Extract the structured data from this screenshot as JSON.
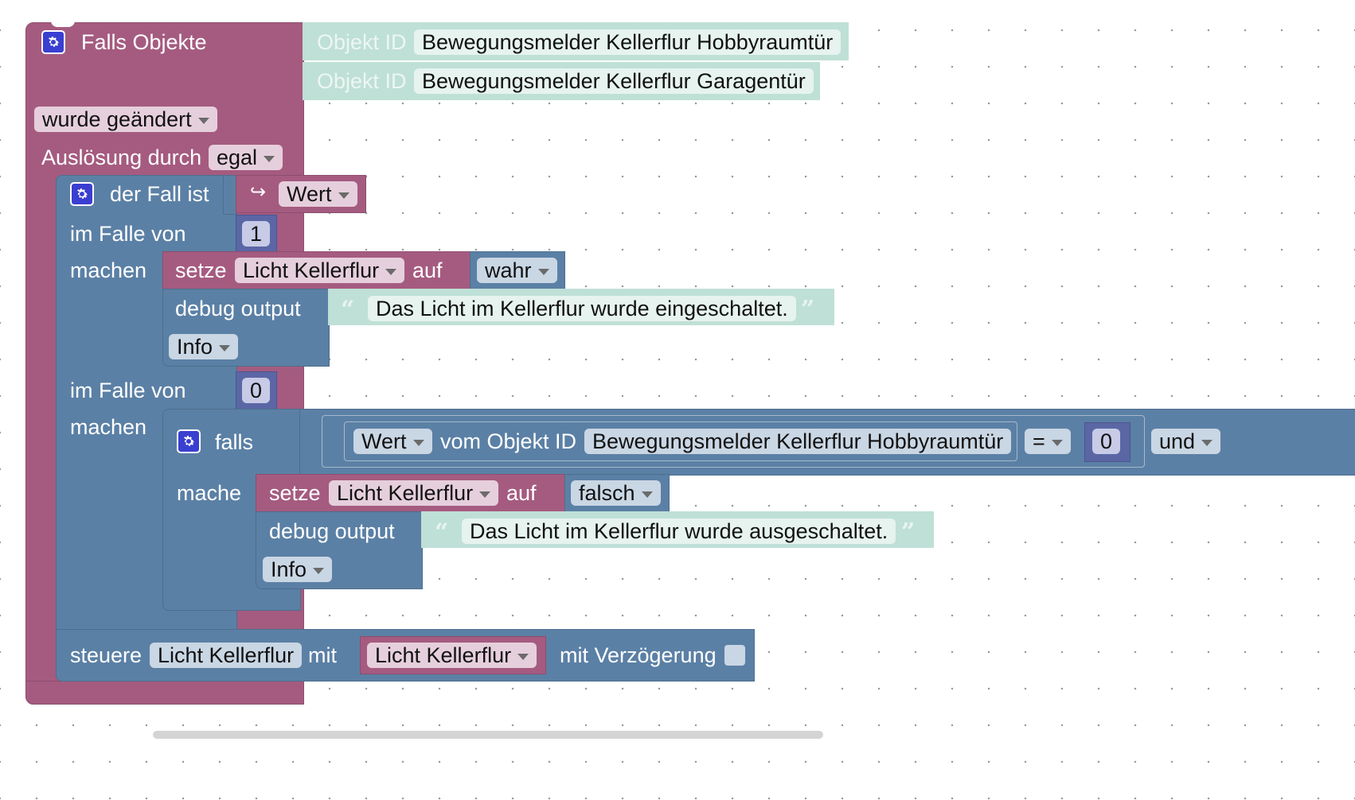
{
  "trigger": {
    "title": "Falls Objekte",
    "object_id_label": "Objekt ID",
    "objects": [
      "Bewegungsmelder Kellerflur Hobbyraumtür",
      "Bewegungsmelder Kellerflur Garagentür"
    ],
    "condition": "wurde geändert",
    "trigger_by_label": "Auslösung durch",
    "trigger_by_value": "egal"
  },
  "switch": {
    "title": "der Fall ist",
    "value_dropdown": "Wert",
    "case_label": "im Falle von",
    "do_label": "machen",
    "case1_value": "1",
    "case0_value": "0"
  },
  "case1": {
    "set_label": "setze",
    "set_var": "Licht Kellerflur",
    "to_label": "auf",
    "to_value": "wahr",
    "debug_label": "debug output",
    "debug_text": "Das Licht im Kellerflur wurde eingeschaltet.",
    "debug_level": "Info"
  },
  "case0": {
    "if_label": "falls",
    "do_label": "mache",
    "cond_value_dropdown": "Wert",
    "cond_from_label": "vom Objekt ID",
    "cond_object": "Bewegungsmelder Kellerflur Hobbyraumtür",
    "cond_op": "=",
    "cond_number": "0",
    "logic_op": "und",
    "set_label": "setze",
    "set_var": "Licht Kellerflur",
    "to_label": "auf",
    "to_value": "falsch",
    "debug_label": "debug output",
    "debug_text": "Das Licht im Kellerflur wurde ausgeschaltet.",
    "debug_level": "Info"
  },
  "control": {
    "label": "steuere",
    "target": "Licht Kellerflur",
    "with_label": "mit",
    "source": "Licht Kellerflur",
    "delay_label": "mit Verzögerung"
  },
  "colors": {
    "trigger": "#a55b80",
    "control": "#5b80a5",
    "text_value": "#bfe0d6",
    "math": "#5b67a5",
    "gear": "#3a3fd1"
  },
  "icons": [
    "gear-icon",
    "return-arrow-icon",
    "quote-open-icon",
    "quote-close-icon",
    "chevron-down-icon"
  ]
}
